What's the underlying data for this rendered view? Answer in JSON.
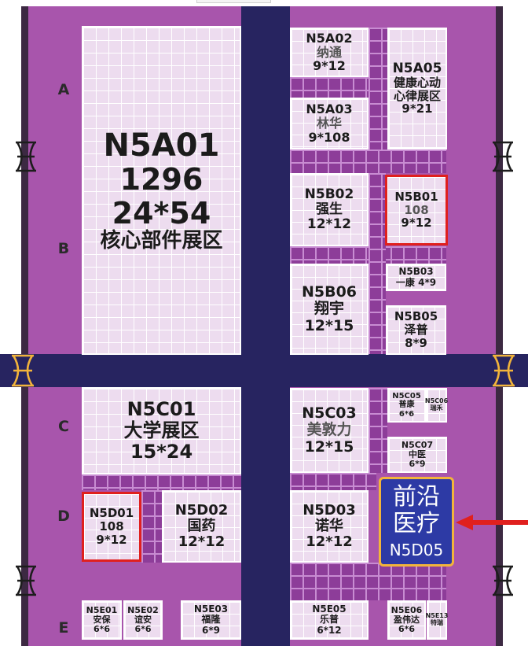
{
  "rows": [
    "A",
    "B",
    "C",
    "D",
    "E"
  ],
  "booths": {
    "n5a01": {
      "code": "N5A01",
      "area": "1296",
      "size": "24*54",
      "name": "核心部件展区"
    },
    "n5a02": {
      "code": "N5A02",
      "name": "纳通",
      "size": "9*12"
    },
    "n5a03": {
      "code": "N5A03",
      "name": "林华",
      "size": "9*108"
    },
    "n5a05": {
      "code": "N5A05",
      "name_line1": "健康心动",
      "name_line2": "心律展区",
      "size": "9*21"
    },
    "n5b01": {
      "code": "N5B01",
      "area": "108",
      "size": "9*12"
    },
    "n5b02": {
      "code": "N5B02",
      "name": "强生",
      "size": "12*12"
    },
    "n5b03": {
      "code": "N5B03",
      "name": "一康",
      "size": "4*9"
    },
    "n5b05": {
      "code": "N5B05",
      "name": "泽普",
      "size": "8*9"
    },
    "n5b06": {
      "code": "N5B06",
      "name": "翔宇",
      "size": "12*15"
    },
    "n5c01": {
      "code": "N5C01",
      "name": "大学展区",
      "size": "15*24"
    },
    "n5c03": {
      "code": "N5C03",
      "name": "美敦力",
      "size": "12*15"
    },
    "n5c05": {
      "code": "N5C05",
      "name": "普康",
      "size": "6*6"
    },
    "n5c06": {
      "code": "N5C06",
      "name": "瑞禾"
    },
    "n5c07": {
      "code": "N5C07",
      "name": "中医",
      "size": "6*9"
    },
    "n5d01": {
      "code": "N5D01",
      "area": "108",
      "size": "9*12"
    },
    "n5d02": {
      "code": "N5D02",
      "name": "国药",
      "size": "12*12"
    },
    "n5d03": {
      "code": "N5D03",
      "name": "诺华",
      "size": "12*12"
    },
    "n5d05": {
      "code": "N5D05",
      "name_line1": "前沿",
      "name_line2": "医疗"
    },
    "n5e01": {
      "code": "N5E01",
      "name": "安保",
      "size": "6*6"
    },
    "n5e02": {
      "code": "N5E02",
      "name": "谊安",
      "size": "6*6"
    },
    "n5e03": {
      "code": "N5E03",
      "name": "福隆",
      "size": "6*9"
    },
    "n5e05": {
      "code": "N5E05",
      "name": "乐普",
      "size": "6*12"
    },
    "n5e06": {
      "code": "N5E06",
      "name": "盈伟达",
      "size": "6*6"
    },
    "n5e13": {
      "code": "N5E13",
      "name": "特瑞"
    }
  },
  "colors": {
    "hall": "#a855ac",
    "booth": "#eddcef",
    "road": "#272460",
    "highlight": "#e0201e",
    "featured": "#2d3aa5",
    "featured_border": "#f2b43b",
    "arrow": "#e0201e"
  },
  "icons": {
    "door": "bowtie-door-icon",
    "pointer": "arrow-left-icon"
  }
}
